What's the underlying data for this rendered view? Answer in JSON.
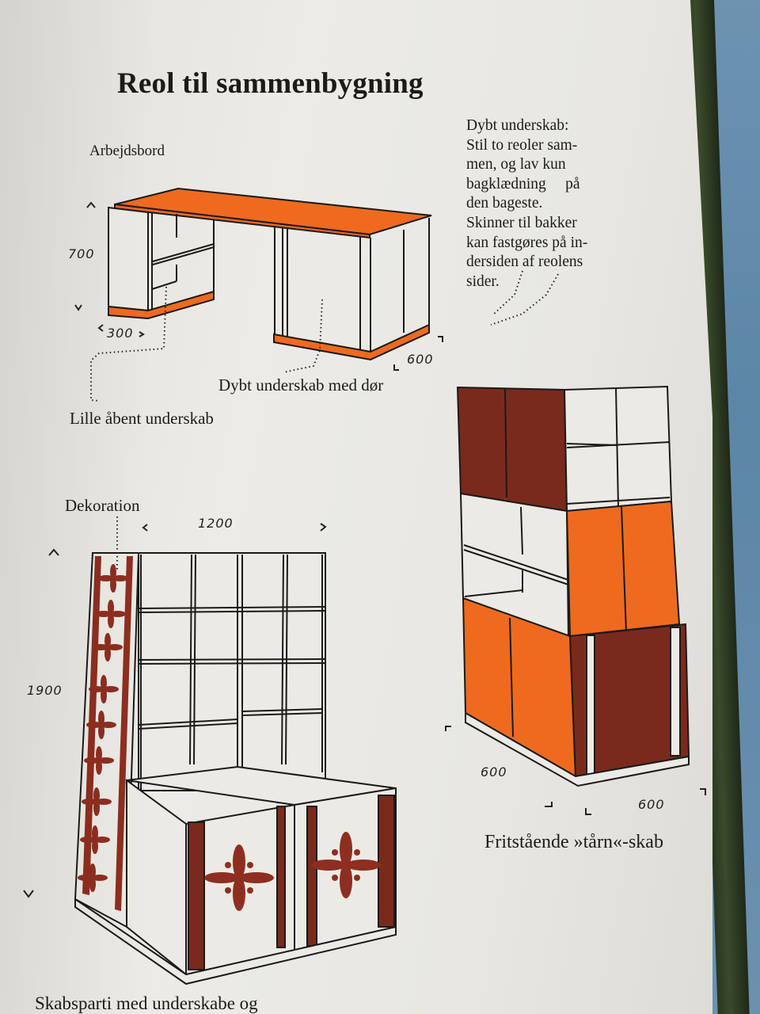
{
  "page": {
    "title": "Reol til sammenbygning",
    "note": {
      "lines": [
        "Dybt underskab:",
        "Stil to reoler sam-",
        "men, og lav kun",
        "bagklædning     på",
        "den bageste.",
        "Skinner til bakker",
        "kan fastgøres på in-",
        "dersiden af reolens",
        "sider."
      ]
    },
    "desk": {
      "label": "Arbejdsbord",
      "dim_height": "700",
      "dim_width": "300",
      "dim_depth": "600",
      "callout_open": "Lille åbent underskab",
      "callout_deep": "Dybt underskab med dør"
    },
    "tower": {
      "caption": "Fritstående »tårn«-skab",
      "dim_left": "600",
      "dim_right": "600"
    },
    "cabinet_unit": {
      "label_decoration": "Dekoration",
      "dim_width": "1200",
      "dim_height": "1900",
      "caption_partial": "Skabsparti med underskabe og"
    },
    "colors": {
      "orange": "#ee6a1f",
      "brown": "#7a2a1c",
      "deco_red": "#8e2e20",
      "ink": "#1a1a1a",
      "paper": "#ebeae4"
    }
  }
}
